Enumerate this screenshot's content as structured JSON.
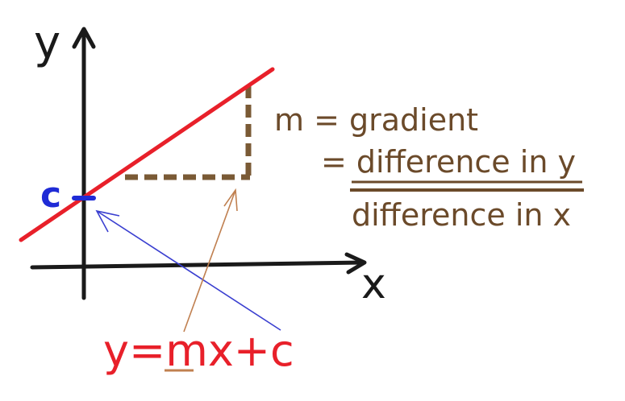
{
  "axes": {
    "y_label": "y",
    "x_label": "x"
  },
  "intercept_label": "c",
  "formula": {
    "text_m": "m = gradient",
    "text_eq": "= difference in y",
    "text_den": "difference in x"
  },
  "equation": {
    "y": "y",
    "eq": "=",
    "m": "m",
    "x": "x",
    "plus": "+",
    "c": "c"
  },
  "colors": {
    "axis": "#1a1a1a",
    "line": "#e8202a",
    "triangle": "#7a5a35",
    "formula_text": "#6b4a2a",
    "intercept": "#1f2bd6",
    "equation": "#e8202a",
    "pointer_blue": "#3a3fd0",
    "pointer_brown": "#c08050"
  }
}
